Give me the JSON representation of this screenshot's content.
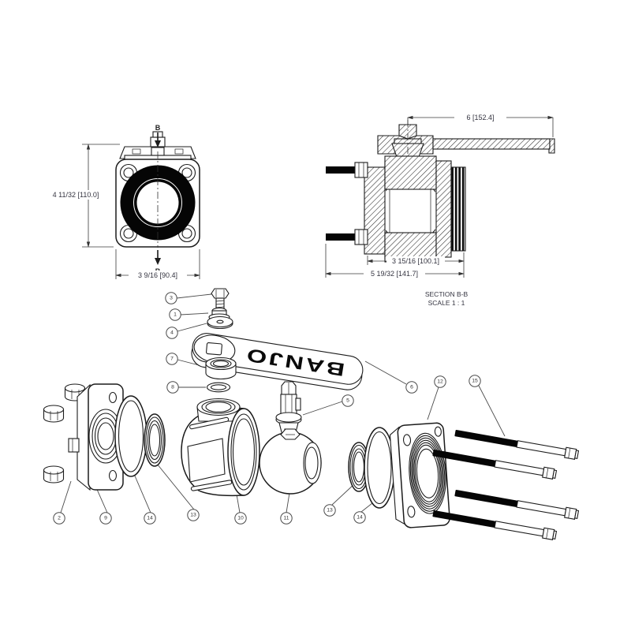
{
  "drawing": {
    "front_view": {
      "section_label": "B",
      "dim_height": "4 11/32 [110.0]",
      "dim_width": "3 9/16 [90.4]"
    },
    "section_view": {
      "dim_handle": "6 [152.4]",
      "dim_inner": "3 15/16 [100.1]",
      "dim_overall": "5 19/32 [141.7]",
      "caption": "SECTION B-B",
      "scale": "SCALE 1 : 1"
    },
    "exploded_view": {
      "handle_brand": "BANJO",
      "balloons": [
        "3",
        "1",
        "4",
        "7",
        "8",
        "5",
        "6",
        "12",
        "15",
        "2",
        "9",
        "14",
        "13",
        "10",
        "11",
        "13",
        "14"
      ]
    },
    "colors": {
      "line": "#1c1c1c",
      "text": "#343440",
      "background": "#ffffff",
      "solid_fill": "#050505"
    }
  }
}
